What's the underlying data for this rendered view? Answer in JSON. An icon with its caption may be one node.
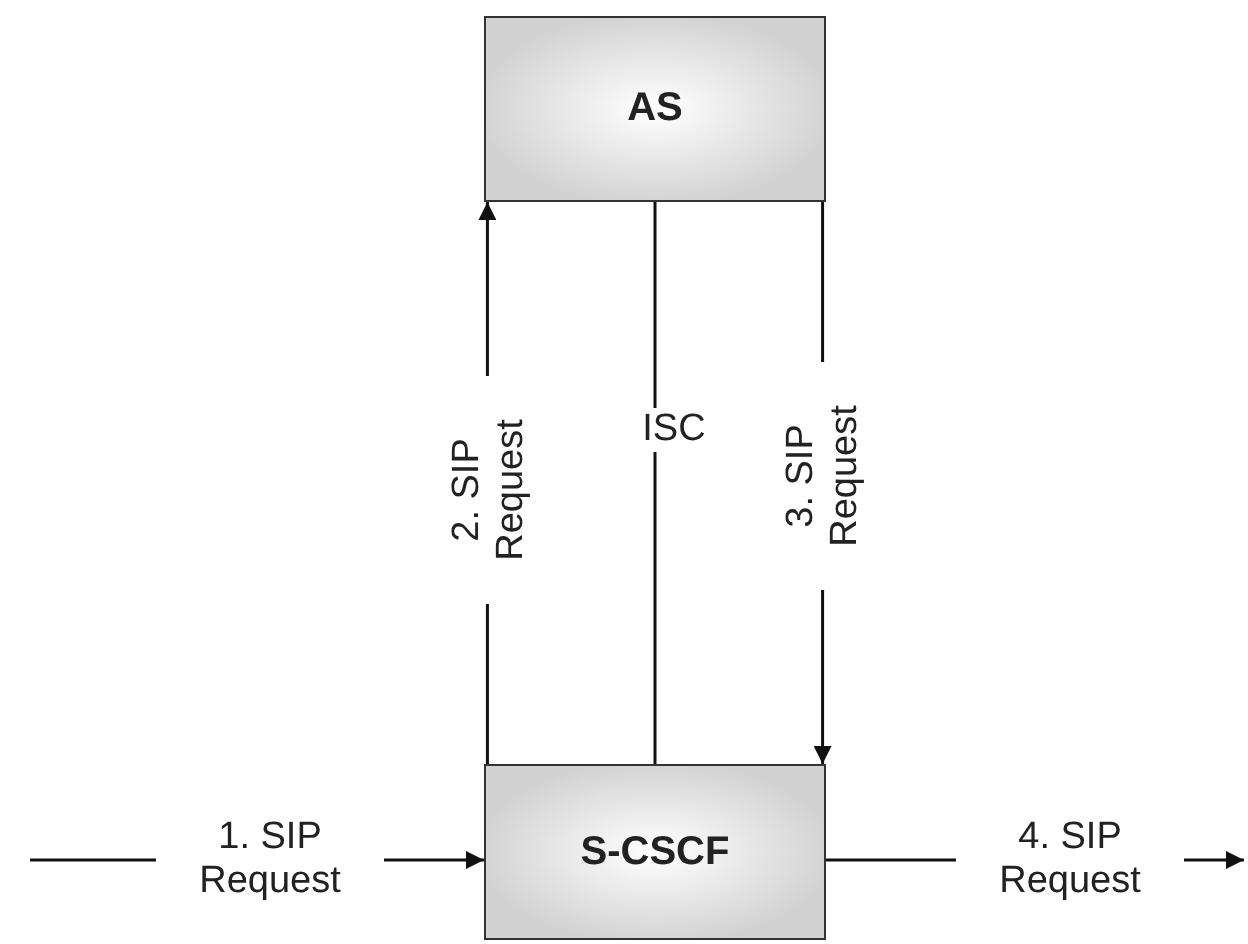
{
  "diagram": {
    "nodes": [
      {
        "text": [
          "AS"
        ]
      },
      {
        "text": [
          "S-CSCF"
        ]
      }
    ],
    "edges": [
      {
        "from": null,
        "to": 1,
        "arrow": "to",
        "label": "1. SIP Request"
      },
      {
        "from": 1,
        "to": 0,
        "arrow": "to",
        "label": "2. SIP Request"
      },
      {
        "from": 0,
        "to": 1,
        "arrow": "none",
        "label": "ISC"
      },
      {
        "from": 0,
        "to": 1,
        "arrow": "to",
        "label": "3. SIP Request"
      },
      {
        "from": 1,
        "to": null,
        "arrow": "to",
        "label": "4. SIP Request"
      }
    ]
  }
}
